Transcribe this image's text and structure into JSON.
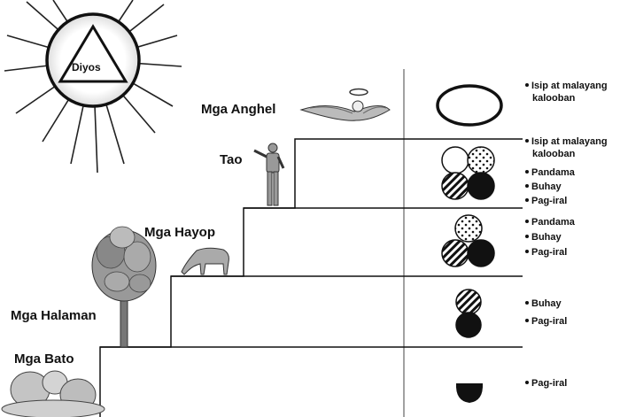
{
  "god": {
    "label": "Diyos"
  },
  "levels": [
    {
      "id": "anghel",
      "label": "Mga Anghel",
      "attributes": [
        "Isip at malayang",
        "kalooban"
      ]
    },
    {
      "id": "tao",
      "label": "Tao",
      "attributes": [
        "Isip at malayang",
        "kalooban",
        "Pandama",
        "Buhay",
        "Pag-iral"
      ]
    },
    {
      "id": "hayop",
      "label": "Mga Hayop",
      "attributes": [
        "Pandama",
        "Buhay",
        "Pag-iral"
      ]
    },
    {
      "id": "halaman",
      "label": "Mga Halaman",
      "attributes": [
        "Buhay",
        "Pag-iral"
      ]
    },
    {
      "id": "bato",
      "label": "Mga Bato",
      "attributes": [
        "Pag-iral"
      ]
    }
  ]
}
